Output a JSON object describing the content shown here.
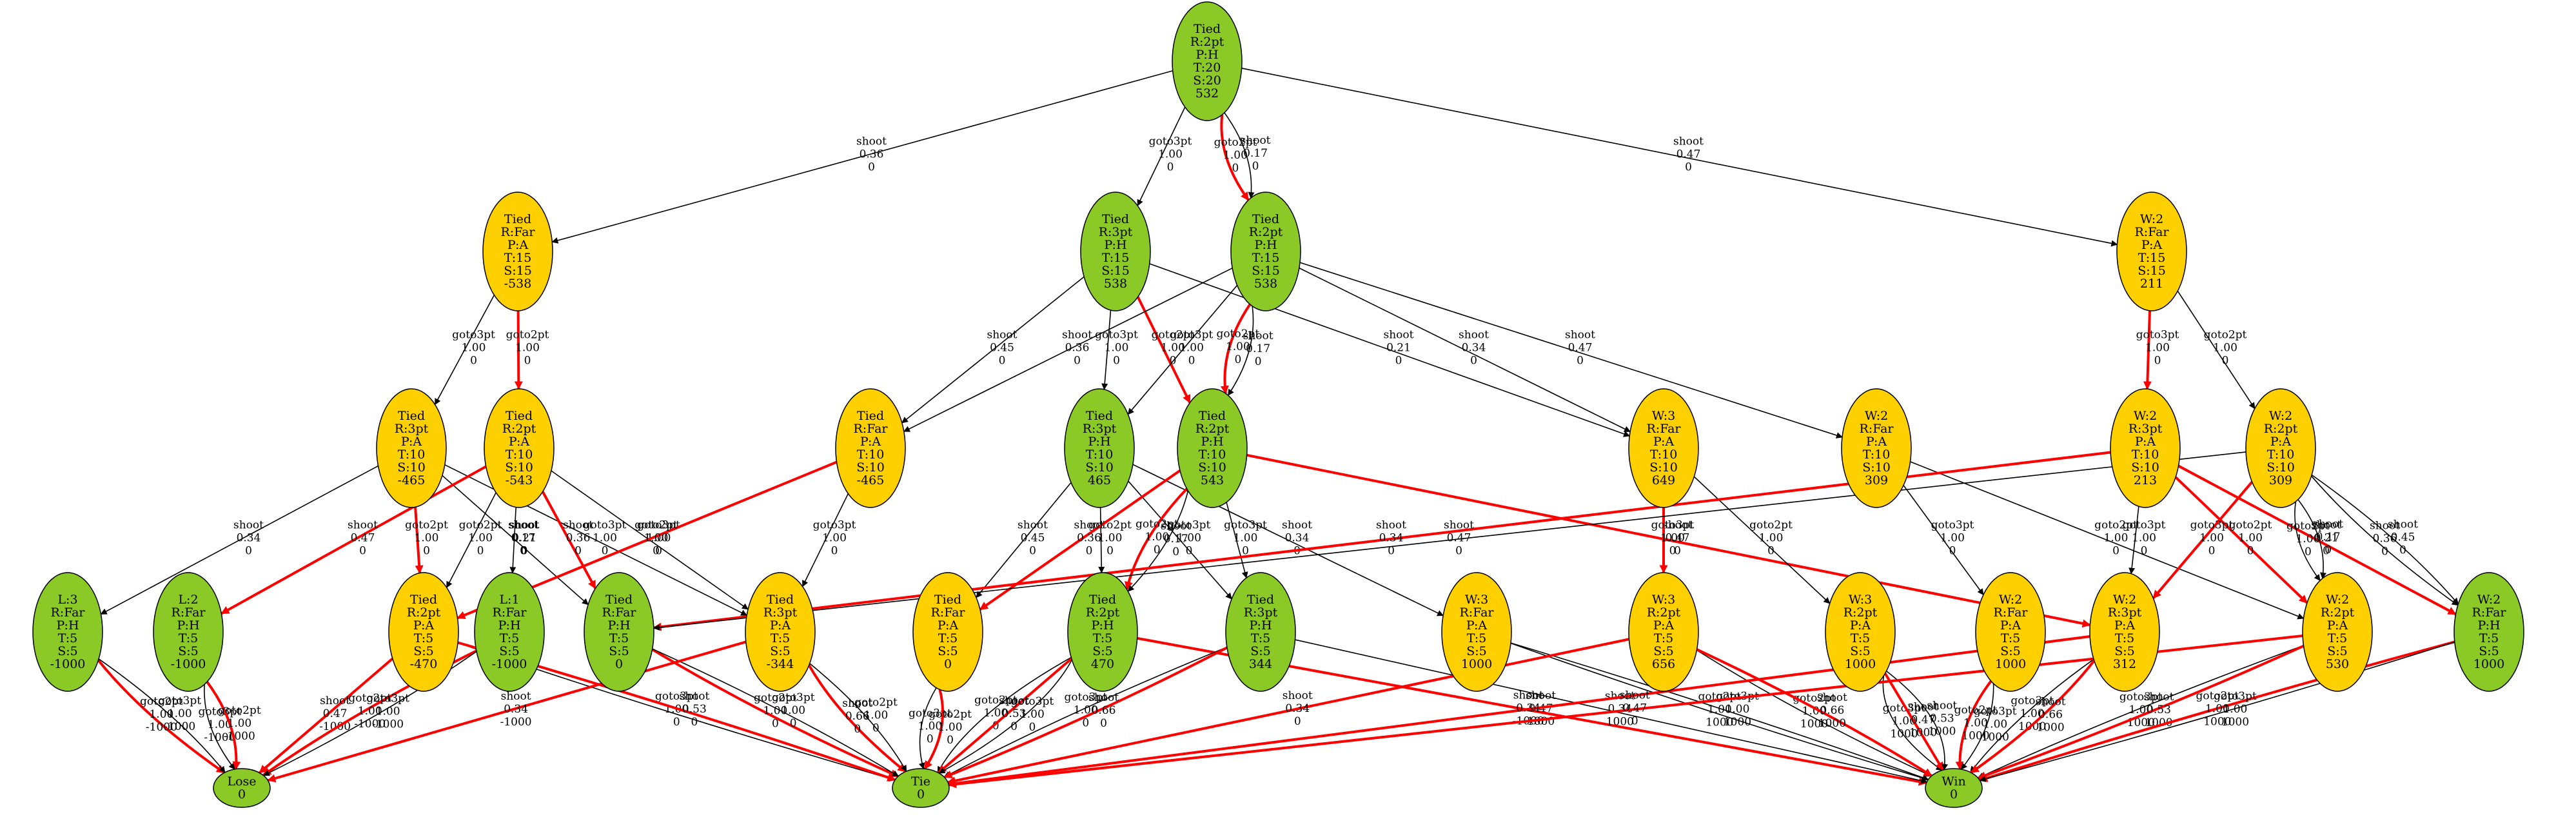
{
  "colors": {
    "green": "#8ac926",
    "yellow": "#ffd000",
    "highlight": "#ff0000",
    "normal": "#000000"
  },
  "nodes": [
    {
      "id": "root",
      "color": "green",
      "lines": [
        "Tied",
        "R:2pt",
        "P:H",
        "T:20",
        "S:20",
        "532"
      ]
    },
    {
      "id": "a1",
      "color": "yellow",
      "lines": [
        "Tied",
        "R:Far",
        "P:A",
        "T:15",
        "S:15",
        "-538"
      ]
    },
    {
      "id": "a2",
      "color": "green",
      "lines": [
        "Tied",
        "R:3pt",
        "P:H",
        "T:15",
        "S:15",
        "538"
      ]
    },
    {
      "id": "a3",
      "color": "green",
      "lines": [
        "Tied",
        "R:2pt",
        "P:H",
        "T:15",
        "S:15",
        "538"
      ]
    },
    {
      "id": "a4",
      "color": "yellow",
      "lines": [
        "W:2",
        "R:Far",
        "P:A",
        "T:15",
        "S:15",
        "211"
      ]
    },
    {
      "id": "b1",
      "color": "yellow",
      "lines": [
        "Tied",
        "R:3pt",
        "P:A",
        "T:10",
        "S:10",
        "-465"
      ]
    },
    {
      "id": "b2",
      "color": "yellow",
      "lines": [
        "Tied",
        "R:2pt",
        "P:A",
        "T:10",
        "S:10",
        "-543"
      ]
    },
    {
      "id": "b3",
      "color": "yellow",
      "lines": [
        "Tied",
        "R:Far",
        "P:A",
        "T:10",
        "S:10",
        "-465"
      ]
    },
    {
      "id": "b4",
      "color": "green",
      "lines": [
        "Tied",
        "R:3pt",
        "P:H",
        "T:10",
        "S:10",
        "465"
      ]
    },
    {
      "id": "b5",
      "color": "green",
      "lines": [
        "Tied",
        "R:2pt",
        "P:H",
        "T:10",
        "S:10",
        "543"
      ]
    },
    {
      "id": "b6",
      "color": "yellow",
      "lines": [
        "W:3",
        "R:Far",
        "P:A",
        "T:10",
        "S:10",
        "649"
      ]
    },
    {
      "id": "b7",
      "color": "yellow",
      "lines": [
        "W:2",
        "R:Far",
        "P:A",
        "T:10",
        "S:10",
        "309"
      ]
    },
    {
      "id": "b8",
      "color": "yellow",
      "lines": [
        "W:2",
        "R:3pt",
        "P:A",
        "T:10",
        "S:10",
        "213"
      ]
    },
    {
      "id": "b9",
      "color": "yellow",
      "lines": [
        "W:2",
        "R:2pt",
        "P:A",
        "T:10",
        "S:10",
        "309"
      ]
    },
    {
      "id": "c1",
      "color": "green",
      "lines": [
        "L:3",
        "R:Far",
        "P:H",
        "T:5",
        "S:5",
        "-1000"
      ]
    },
    {
      "id": "c2",
      "color": "green",
      "lines": [
        "L:2",
        "R:Far",
        "P:H",
        "T:5",
        "S:5",
        "-1000"
      ]
    },
    {
      "id": "c3",
      "color": "yellow",
      "lines": [
        "Tied",
        "R:2pt",
        "P:A",
        "T:5",
        "S:5",
        "-470"
      ]
    },
    {
      "id": "c4",
      "color": "green",
      "lines": [
        "L:1",
        "R:Far",
        "P:H",
        "T:5",
        "S:5",
        "-1000"
      ]
    },
    {
      "id": "c5",
      "color": "green",
      "lines": [
        "Tied",
        "R:Far",
        "P:H",
        "T:5",
        "S:5",
        "0"
      ]
    },
    {
      "id": "c6",
      "color": "yellow",
      "lines": [
        "Tied",
        "R:3pt",
        "P:A",
        "T:5",
        "S:5",
        "-344"
      ]
    },
    {
      "id": "c7",
      "color": "yellow",
      "lines": [
        "Tied",
        "R:Far",
        "P:A",
        "T:5",
        "S:5",
        "0"
      ]
    },
    {
      "id": "c8",
      "color": "green",
      "lines": [
        "Tied",
        "R:2pt",
        "P:H",
        "T:5",
        "S:5",
        "470"
      ]
    },
    {
      "id": "c9",
      "color": "green",
      "lines": [
        "Tied",
        "R:3pt",
        "P:H",
        "T:5",
        "S:5",
        "344"
      ]
    },
    {
      "id": "c10",
      "color": "yellow",
      "lines": [
        "W:3",
        "R:Far",
        "P:A",
        "T:5",
        "S:5",
        "1000"
      ]
    },
    {
      "id": "c11",
      "color": "yellow",
      "lines": [
        "W:3",
        "R:2pt",
        "P:A",
        "T:5",
        "S:5",
        "656"
      ]
    },
    {
      "id": "c12",
      "color": "yellow",
      "lines": [
        "W:3",
        "R:2pt",
        "P:A",
        "T:5",
        "S:5",
        "1000"
      ]
    },
    {
      "id": "c13",
      "color": "yellow",
      "lines": [
        "W:2",
        "R:Far",
        "P:A",
        "T:5",
        "S:5",
        "1000"
      ]
    },
    {
      "id": "c14",
      "color": "yellow",
      "lines": [
        "W:2",
        "R:3pt",
        "P:A",
        "T:5",
        "S:5",
        "312"
      ]
    },
    {
      "id": "c15",
      "color": "yellow",
      "lines": [
        "W:2",
        "R:2pt",
        "P:A",
        "T:5",
        "S:5",
        "530"
      ]
    },
    {
      "id": "c16",
      "color": "green",
      "lines": [
        "W:2",
        "R:Far",
        "P:H",
        "T:5",
        "S:5",
        "1000"
      ]
    },
    {
      "id": "lose",
      "color": "green",
      "lines": [
        "Lose",
        "0"
      ]
    },
    {
      "id": "tie",
      "color": "green",
      "lines": [
        "Tie",
        "0"
      ]
    },
    {
      "id": "win",
      "color": "green",
      "lines": [
        "Win",
        "0"
      ]
    }
  ],
  "edges": [
    {
      "from": "root",
      "to": "a1",
      "red": false,
      "label": [
        "shoot",
        "0.36",
        "0"
      ]
    },
    {
      "from": "root",
      "to": "a2",
      "red": false,
      "label": [
        "goto3pt",
        "1.00",
        "0"
      ]
    },
    {
      "from": "root",
      "to": "a3",
      "red": true,
      "label": [
        "goto2pt",
        "1.00",
        "0"
      ]
    },
    {
      "from": "root",
      "to": "a3",
      "red": false,
      "label": [
        "shoot",
        "0.17",
        "0"
      ]
    },
    {
      "from": "root",
      "to": "a4",
      "red": false,
      "label": [
        "shoot",
        "0.47",
        "0"
      ]
    },
    {
      "from": "a1",
      "to": "b1",
      "red": false,
      "label": [
        "goto3pt",
        "1.00",
        "0"
      ]
    },
    {
      "from": "a1",
      "to": "b2",
      "red": true,
      "label": [
        "goto2pt",
        "1.00",
        "0"
      ]
    },
    {
      "from": "a2",
      "to": "b3",
      "red": false,
      "label": [
        "shoot",
        "0.45",
        "0"
      ]
    },
    {
      "from": "a2",
      "to": "b4",
      "red": false,
      "label": [
        "goto3pt",
        "1.00",
        "0"
      ]
    },
    {
      "from": "a2",
      "to": "b5",
      "red": true,
      "label": [
        "goto2pt",
        "1.00",
        "0"
      ]
    },
    {
      "from": "a2",
      "to": "b6",
      "red": false,
      "label": [
        "shoot",
        "0.21",
        "0"
      ]
    },
    {
      "from": "a3",
      "to": "b3",
      "red": false,
      "label": [
        "shoot",
        "0.36",
        "0"
      ]
    },
    {
      "from": "a3",
      "to": "b4",
      "red": false,
      "label": [
        "goto3pt",
        "1.00",
        "0"
      ]
    },
    {
      "from": "a3",
      "to": "b5",
      "red": true,
      "label": [
        "goto2pt",
        "1.00",
        "0"
      ]
    },
    {
      "from": "a3",
      "to": "b5",
      "red": false,
      "label": [
        "shoot",
        "0.17",
        "0"
      ]
    },
    {
      "from": "a3",
      "to": "b6",
      "red": false,
      "label": [
        "shoot",
        "0.34",
        "0"
      ]
    },
    {
      "from": "a3",
      "to": "b7",
      "red": false,
      "label": [
        "shoot",
        "0.47",
        "0"
      ]
    },
    {
      "from": "a4",
      "to": "b8",
      "red": true,
      "label": [
        "goto3pt",
        "1.00",
        "0"
      ]
    },
    {
      "from": "a4",
      "to": "b9",
      "red": false,
      "label": [
        "goto2pt",
        "1.00",
        "0"
      ]
    },
    {
      "from": "b1",
      "to": "c1",
      "red": false,
      "label": [
        "shoot",
        "0.34",
        "0"
      ]
    },
    {
      "from": "b1",
      "to": "c3",
      "red": true,
      "label": [
        "goto2pt",
        "1.00",
        "0"
      ]
    },
    {
      "from": "b1",
      "to": "c5",
      "red": false,
      "label": [
        "shoot",
        "0.21",
        "0"
      ]
    },
    {
      "from": "b1",
      "to": "c6",
      "red": false,
      "label": [
        "goto3pt",
        "1.00",
        "0"
      ]
    },
    {
      "from": "b2",
      "to": "c2",
      "red": true,
      "label": [
        "shoot",
        "0.47",
        "0"
      ]
    },
    {
      "from": "b2",
      "to": "c3",
      "red": false,
      "label": [
        "goto2pt",
        "1.00",
        "0"
      ]
    },
    {
      "from": "b2",
      "to": "c4",
      "red": false,
      "label": [
        "shoot",
        "0.17",
        "0"
      ]
    },
    {
      "from": "b2",
      "to": "c5",
      "red": true,
      "label": [
        "shoot",
        "0.36",
        "0"
      ]
    },
    {
      "from": "b2",
      "to": "c6",
      "red": false,
      "label": [
        "goto3pt",
        "1.00",
        "0"
      ]
    },
    {
      "from": "b3",
      "to": "c3",
      "red": true,
      "label": [
        "goto2pt",
        "1.00",
        "0"
      ]
    },
    {
      "from": "b3",
      "to": "c6",
      "red": false,
      "label": [
        "goto3pt",
        "1.00",
        "0"
      ]
    },
    {
      "from": "b4",
      "to": "c7",
      "red": false,
      "label": [
        "shoot",
        "0.45",
        "0"
      ]
    },
    {
      "from": "b4",
      "to": "c8",
      "red": false,
      "label": [
        "goto2pt",
        "1.00",
        "0"
      ]
    },
    {
      "from": "b4",
      "to": "c9",
      "red": false,
      "label": [
        "goto3pt",
        "1.00",
        "0"
      ]
    },
    {
      "from": "b4",
      "to": "c10",
      "red": false,
      "label": [
        "shoot",
        "0.34",
        "0"
      ]
    },
    {
      "from": "b5",
      "to": "c7",
      "red": true,
      "label": [
        "shoot",
        "0.36",
        "0"
      ]
    },
    {
      "from": "b5",
      "to": "c8",
      "red": true,
      "label": [
        "goto2pt",
        "1.00",
        "0"
      ]
    },
    {
      "from": "b5",
      "to": "c8",
      "red": false,
      "label": [
        "shoot",
        "0.17",
        "0"
      ]
    },
    {
      "from": "b5",
      "to": "c9",
      "red": false,
      "label": [
        "goto3pt",
        "1.00",
        "0"
      ]
    },
    {
      "from": "b5",
      "to": "c14",
      "red": true,
      "label": [
        "shoot",
        "0.47",
        "0"
      ]
    },
    {
      "from": "b6",
      "to": "c11",
      "red": true,
      "label": [
        "goto3pt",
        "1.00",
        "0"
      ]
    },
    {
      "from": "b6",
      "to": "c12",
      "red": false,
      "label": [
        "goto2pt",
        "1.00",
        "0"
      ]
    },
    {
      "from": "b7",
      "to": "c13",
      "red": false,
      "label": [
        "goto3pt",
        "1.00",
        "0"
      ]
    },
    {
      "from": "b7",
      "to": "c15",
      "red": false,
      "label": [
        "goto2pt",
        "1.00",
        "0"
      ]
    },
    {
      "from": "b8",
      "to": "c5",
      "red": true,
      "label": [
        "shoot",
        "0.34",
        "0"
      ]
    },
    {
      "from": "b8",
      "to": "c14",
      "red": false,
      "label": [
        "goto3pt",
        "1.00",
        "0"
      ]
    },
    {
      "from": "b8",
      "to": "c15",
      "red": true,
      "label": [
        "goto2pt",
        "1.00",
        "0"
      ]
    },
    {
      "from": "b8",
      "to": "c16",
      "red": true,
      "label": [
        "shoot",
        "0.21",
        "0"
      ]
    },
    {
      "from": "b9",
      "to": "c5",
      "red": false,
      "label": [
        "shoot",
        "0.47",
        "0"
      ]
    },
    {
      "from": "b9",
      "to": "c14",
      "red": true,
      "label": [
        "goto3pt",
        "1.00",
        "0"
      ]
    },
    {
      "from": "b9",
      "to": "c15",
      "red": false,
      "label": [
        "goto2pt",
        "1.00",
        "0"
      ]
    },
    {
      "from": "b9",
      "to": "c15",
      "red": false,
      "label": [
        "shoot",
        "0.17",
        "0"
      ]
    },
    {
      "from": "b9",
      "to": "c16",
      "red": false,
      "label": [
        "shoot",
        "0.36",
        "0"
      ]
    },
    {
      "from": "b9",
      "to": "c16",
      "red": false,
      "label": [
        "shoot",
        "0.45",
        "0"
      ]
    },
    {
      "from": "c1",
      "to": "lose",
      "red": true,
      "label": [
        "goto2pt",
        "1.00",
        "-1000"
      ]
    },
    {
      "from": "c1",
      "to": "lose",
      "red": false,
      "label": [
        "goto3pt",
        "1.00",
        "-1000"
      ]
    },
    {
      "from": "c2",
      "to": "lose",
      "red": false,
      "label": [
        "goto3pt",
        "1.00",
        "-1000"
      ]
    },
    {
      "from": "c2",
      "to": "lose",
      "red": true,
      "label": [
        "goto2pt",
        "1.00",
        "-1000"
      ]
    },
    {
      "from": "c3",
      "to": "lose",
      "red": true,
      "label": [
        "shoot",
        "0.47",
        "-1000"
      ]
    },
    {
      "from": "c3",
      "to": "tie",
      "red": false,
      "label": [
        "goto3pt",
        "1.00",
        "0"
      ]
    },
    {
      "from": "c3",
      "to": "tie",
      "red": true,
      "label": [
        "shoot",
        "0.53",
        "0"
      ]
    },
    {
      "from": "c4",
      "to": "lose",
      "red": true,
      "label": [
        "goto2pt",
        "1.00",
        "-1000"
      ]
    },
    {
      "from": "c4",
      "to": "lose",
      "red": false,
      "label": [
        "goto3pt",
        "1.00",
        "-1000"
      ]
    },
    {
      "from": "c5",
      "to": "tie",
      "red": true,
      "label": [
        "goto2pt",
        "1.00",
        "0"
      ]
    },
    {
      "from": "c5",
      "to": "tie",
      "red": false,
      "label": [
        "goto3pt",
        "1.00",
        "0"
      ]
    },
    {
      "from": "c6",
      "to": "lose",
      "red": true,
      "label": [
        "shoot",
        "0.34",
        "-1000"
      ]
    },
    {
      "from": "c6",
      "to": "tie",
      "red": true,
      "label": [
        "shoot",
        "0.66",
        "0"
      ]
    },
    {
      "from": "c6",
      "to": "tie",
      "red": false,
      "label": [
        "goto2pt",
        "1.00",
        "0"
      ]
    },
    {
      "from": "c7",
      "to": "tie",
      "red": false,
      "label": [
        "goto3pt",
        "1.00",
        "0"
      ]
    },
    {
      "from": "c7",
      "to": "tie",
      "red": true,
      "label": [
        "goto2pt",
        "1.00",
        "0"
      ]
    },
    {
      "from": "c8",
      "to": "tie",
      "red": false,
      "label": [
        "goto2pt",
        "1.00",
        "0"
      ]
    },
    {
      "from": "c8",
      "to": "tie",
      "red": true,
      "label": [
        "shoot",
        "0.53",
        "0"
      ]
    },
    {
      "from": "c8",
      "to": "tie",
      "red": false,
      "label": [
        "goto3pt",
        "1.00",
        "0"
      ]
    },
    {
      "from": "c8",
      "to": "win",
      "red": true,
      "label": [
        "shoot",
        "0.47",
        "1000"
      ]
    },
    {
      "from": "c9",
      "to": "tie",
      "red": false,
      "label": [
        "goto3pt",
        "1.00",
        "0"
      ]
    },
    {
      "from": "c9",
      "to": "tie",
      "red": true,
      "label": [
        "shoot",
        "0.66",
        "0"
      ]
    },
    {
      "from": "c9",
      "to": "win",
      "red": false,
      "label": [
        "shoot",
        "0.34",
        "1000"
      ]
    },
    {
      "from": "c10",
      "to": "win",
      "red": false,
      "label": [
        "goto2pt",
        "1.00",
        "1000"
      ]
    },
    {
      "from": "c10",
      "to": "win",
      "red": false,
      "label": [
        "goto3pt",
        "1.00",
        "1000"
      ]
    },
    {
      "from": "c11",
      "to": "tie",
      "red": true,
      "label": [
        "shoot",
        "0.34",
        "0"
      ]
    },
    {
      "from": "c11",
      "to": "win",
      "red": false,
      "label": [
        "goto2pt",
        "1.00",
        "1000"
      ]
    },
    {
      "from": "c11",
      "to": "win",
      "red": true,
      "label": [
        "shoot",
        "0.66",
        "1000"
      ]
    },
    {
      "from": "c12",
      "to": "win",
      "red": false,
      "label": [
        "goto3pt",
        "1.00",
        "1000"
      ]
    },
    {
      "from": "c12",
      "to": "win",
      "red": true,
      "label": [
        "shoot",
        "0.47",
        "1000"
      ]
    },
    {
      "from": "c12",
      "to": "win",
      "red": false,
      "label": [
        "shoot",
        "0.53",
        "1000"
      ]
    },
    {
      "from": "c13",
      "to": "win",
      "red": true,
      "label": [
        "goto2pt",
        "1.00",
        "1000"
      ]
    },
    {
      "from": "c13",
      "to": "win",
      "red": false,
      "label": [
        "goto3pt",
        "1.00",
        "1000"
      ]
    },
    {
      "from": "c14",
      "to": "tie",
      "red": true,
      "label": [
        "shoot",
        "0.34",
        "-1000"
      ]
    },
    {
      "from": "c14",
      "to": "win",
      "red": false,
      "label": [
        "goto3pt",
        "1.00",
        "1000"
      ]
    },
    {
      "from": "c14",
      "to": "win",
      "red": true,
      "label": [
        "shoot",
        "0.66",
        "1000"
      ]
    },
    {
      "from": "c15",
      "to": "tie",
      "red": true,
      "label": [
        "shoot",
        "0.47",
        "0"
      ]
    },
    {
      "from": "c15",
      "to": "win",
      "red": false,
      "label": [
        "goto3pt",
        "1.00",
        "1000"
      ]
    },
    {
      "from": "c15",
      "to": "win",
      "red": true,
      "label": [
        "shoot",
        "0.53",
        "1000"
      ]
    },
    {
      "from": "c16",
      "to": "win",
      "red": true,
      "label": [
        "goto2pt",
        "1.00",
        "1000"
      ]
    },
    {
      "from": "c16",
      "to": "win",
      "red": false,
      "label": [
        "goto3pt",
        "1.00",
        "1000"
      ]
    }
  ]
}
